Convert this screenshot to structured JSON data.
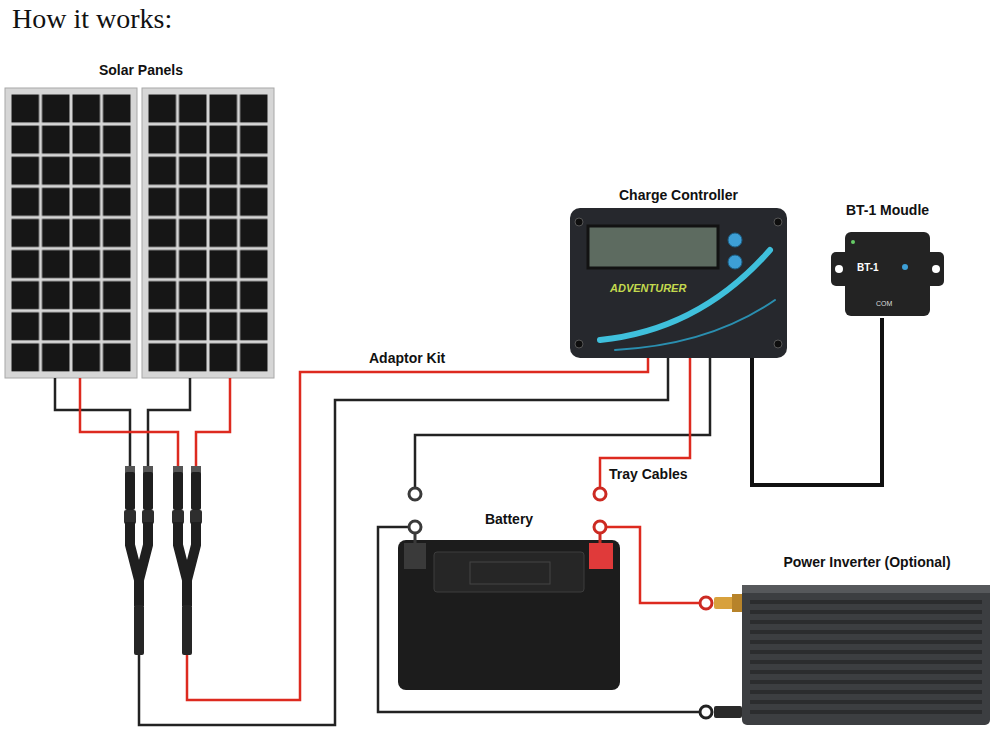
{
  "diagram": {
    "title": "How it works:",
    "nodes": [
      {
        "text": [
          "Solar Panels"
        ]
      },
      {
        "text": [
          "Charge Controller"
        ]
      },
      {
        "text": [
          "BT-1 Moudle"
        ]
      },
      {
        "text": [
          "Battery"
        ]
      },
      {
        "text": [
          "Power Inverter (Optional)"
        ]
      }
    ],
    "edges": [
      {
        "from": 0,
        "to": 1,
        "arrow": "none",
        "label": "Adaptor Kit"
      },
      {
        "from": 1,
        "to": 2,
        "arrow": "none"
      },
      {
        "from": 1,
        "to": 3,
        "arrow": "none",
        "label": "Tray Cables"
      },
      {
        "from": 3,
        "to": 4,
        "arrow": "none"
      }
    ],
    "labels": [
      "ADVENTURER",
      "BT-1",
      "COM"
    ]
  }
}
